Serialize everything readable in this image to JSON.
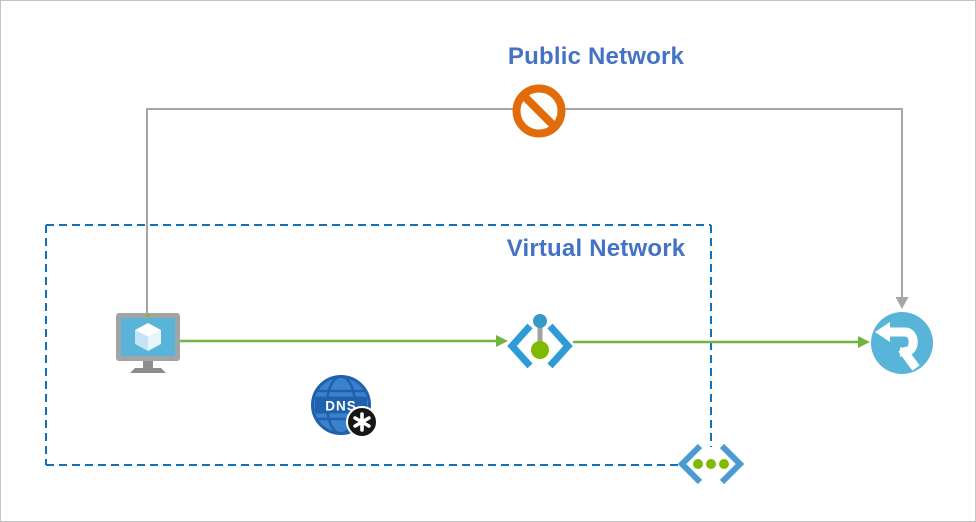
{
  "diagram": {
    "type": "azure-architecture",
    "labels": {
      "public_network": "Public Network",
      "virtual_network": "Virtual Network",
      "dns_badge": "DNS"
    },
    "nodes": [
      {
        "id": "virtual-machine",
        "icon": "azure-vm-icon",
        "region": "virtual-network"
      },
      {
        "id": "private-endpoint",
        "icon": "private-endpoint-icon",
        "region": "virtual-network"
      },
      {
        "id": "private-dns-zone",
        "icon": "dns-asterisk-icon",
        "region": "virtual-network"
      },
      {
        "id": "virtual-network-marker",
        "icon": "virtual-network-icon",
        "region": "virtual-network-boundary"
      },
      {
        "id": "azure-relay",
        "icon": "relay-icon",
        "region": "public"
      },
      {
        "id": "blocked-sign",
        "icon": "prohibition-icon",
        "region": "public-network-path"
      }
    ],
    "edges": [
      {
        "from": "virtual-machine",
        "to": "azure-relay",
        "style": "gray-solid",
        "status": "blocked",
        "via": "public-network"
      },
      {
        "from": "virtual-machine",
        "to": "private-endpoint",
        "style": "green-arrow"
      },
      {
        "from": "private-endpoint",
        "to": "azure-relay",
        "style": "green-arrow"
      }
    ],
    "colors": {
      "label_text": "#4472C4",
      "gray_line": "#A6A6A6",
      "green_arrow": "#76B243",
      "dashed_border": "#1072BA",
      "blocked_orange": "#E36C0A",
      "azure_blue": "#59B4D9",
      "bracket_blue": "#2E9BD6",
      "dot_green": "#7FBA00",
      "dns_blue": "#3B82CE"
    }
  }
}
